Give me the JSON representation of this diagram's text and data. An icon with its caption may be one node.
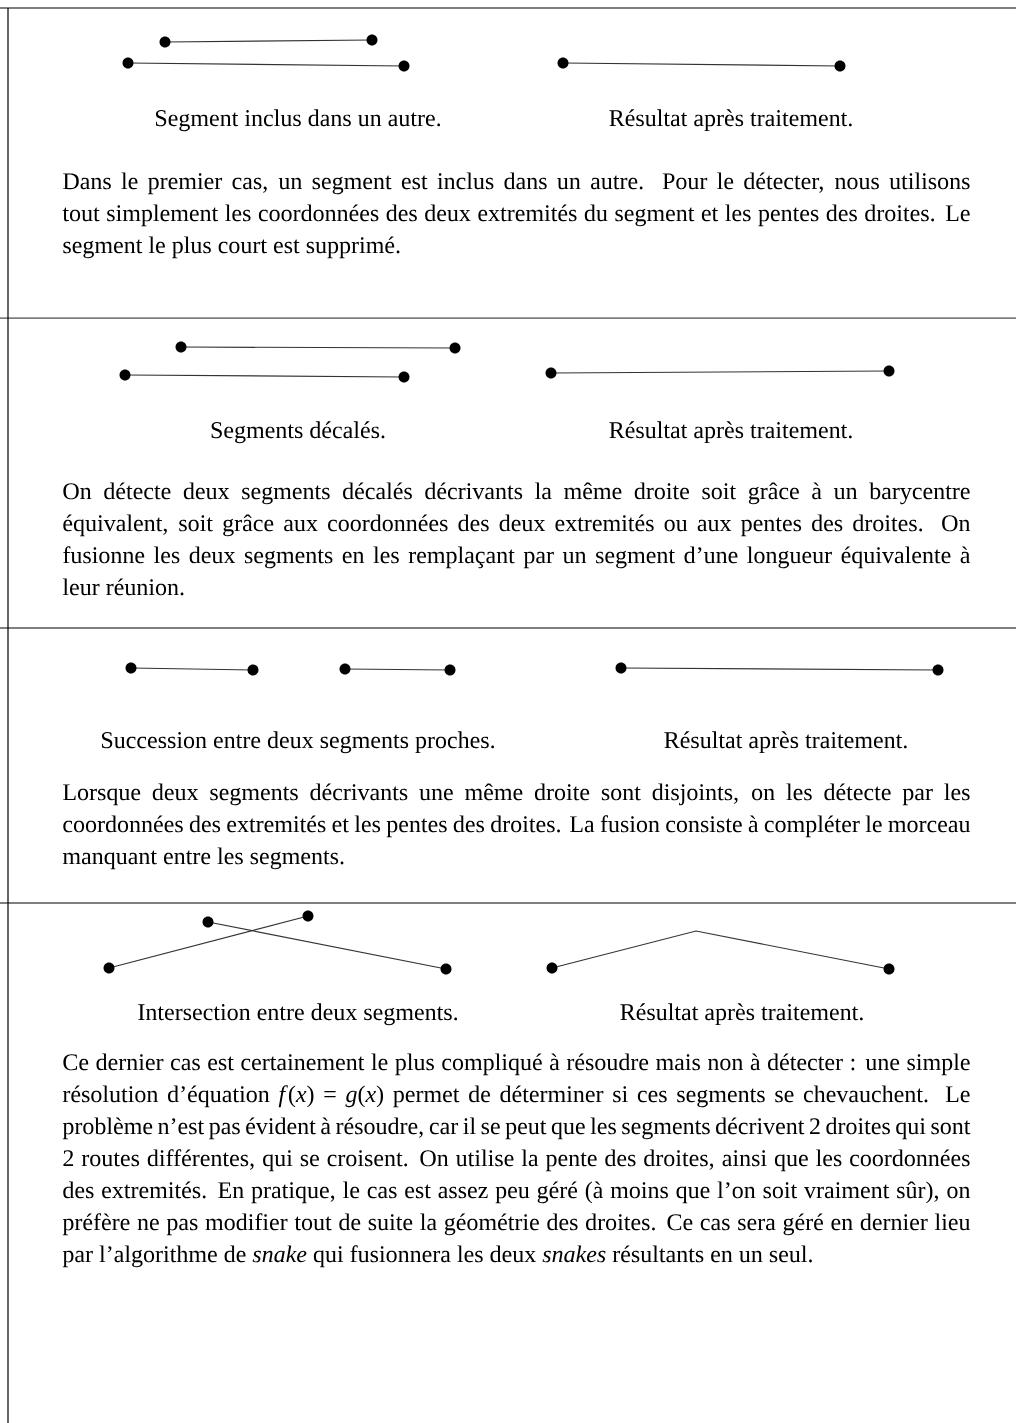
{
  "diagram": {
    "labels": [
      "Segment inclus dans un autre.",
      "Résultat après traitement.",
      "Dans le premier cas, un segment est inclus dans un autre. Pour le détecter, nous utilisons tout simplement les coordonnées des deux extremités du segment et les pentes des droites. Le segment le plus court est supprimé.",
      "Segments décalés.",
      "Résultat après traitement.",
      "On détecte deux segments décalés décrivants la même droite soit grâce à un barycentre équivalent, soit grâce aux coordonnées des deux extremités ou aux pentes des droites. On fusionne les deux segments en les remplaçant par un segment d’une longueur équivalente à leur réunion.",
      "Succession entre deux segments proches.",
      "Résultat après traitement.",
      "Lorsque deux segments décrivants une même droite sont disjoints, on les détecte par les coordonnées des extremités et les pentes des droites. La fusion consiste à compléter le morceau manquant entre les segments.",
      "Intersection entre deux segments.",
      "Résultat après traitement.",
      "Ce dernier cas est certainement le plus compliqué à résoudre mais non à détecter : une simple résolution d’équation *f*(*x*) = *g*(*x*) permet de déterminer si ces segments se chevauchent. Le problème n’est pas évident à résoudre, car il se peut que les segments décrivent 2 droites qui sont 2 routes différentes, qui se croisent. On utilise la pente des droites, ainsi que les coordonnées des extremités. En pratique, le cas est assez peu géré (à moins que l’on soit vraiment sûr), on préfère ne pas modifier tout de suite la géométrie des droites. Ce cas sera géré en dernier lieu par l’algorithme de *snake* qui fusionnera les deux *snakes* résultants en un seul."
    ]
  }
}
